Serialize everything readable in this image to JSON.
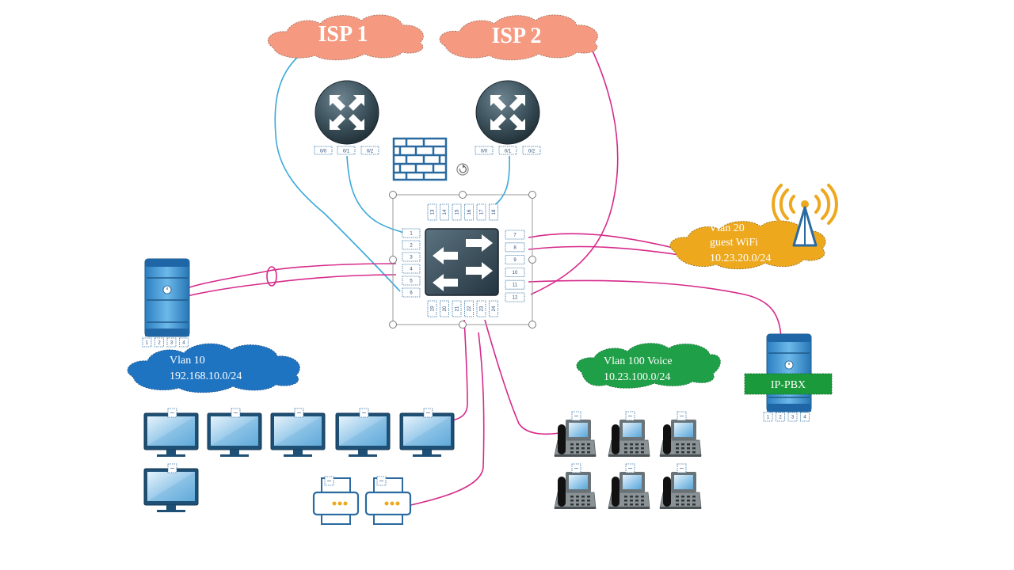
{
  "clouds": {
    "isp1": {
      "label": "ISP 1",
      "color": "#f59a80"
    },
    "isp2": {
      "label": "ISP 2",
      "color": "#f59a80"
    },
    "vlan20": {
      "line1": "Vlan 20",
      "line2": "guest WiFi",
      "line3": "10.23.20.0/24",
      "color": "#eda81e"
    },
    "vlan10": {
      "line1": "Vlan 10",
      "line2": "192.168.10.0/24",
      "color": "#1f74c2"
    },
    "vlan100": {
      "line1": "Vlan 100 Voice",
      "line2": "10.23.100.0/24",
      "color": "#1fa048"
    }
  },
  "router_left": {
    "ports": [
      "0/0",
      "0/1",
      "0/2"
    ]
  },
  "router_right": {
    "ports": [
      "0/0",
      "0/1",
      "0/2"
    ]
  },
  "switch": {
    "left_ports": [
      "1",
      "2",
      "3",
      "4",
      "5",
      "6"
    ],
    "right_ports": [
      "7",
      "8",
      "9",
      "10",
      "11",
      "12"
    ],
    "top_ports": [
      "13",
      "14",
      "15",
      "16",
      "17",
      "18"
    ],
    "bottom_ports": [
      "19",
      "20",
      "21",
      "22",
      "23",
      "24"
    ]
  },
  "server_left": {
    "ports": [
      "1",
      "2",
      "3",
      "4"
    ]
  },
  "pbx": {
    "label": "IP-PBX",
    "label_color": "#1a9a3a",
    "ports": [
      "1",
      "2",
      "3",
      "4"
    ]
  },
  "cables": {
    "uplink_color": "#3aa8d8",
    "access_color": "#d62a8a"
  }
}
